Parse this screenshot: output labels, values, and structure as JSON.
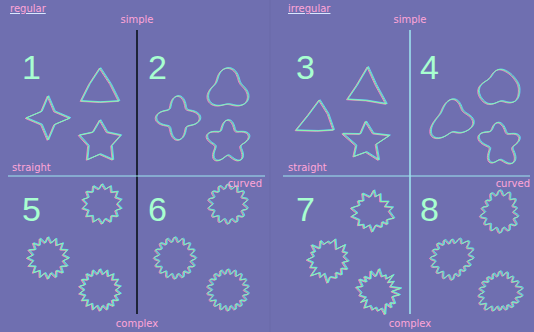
{
  "diagram": {
    "labels": [
      "regular",
      "simple",
      "irregular",
      "simple",
      "1",
      "2",
      "3",
      "4",
      "straight",
      "curved",
      "straight",
      "curved",
      "5",
      "6",
      "7",
      "8",
      "complex",
      "complex"
    ]
  }
}
